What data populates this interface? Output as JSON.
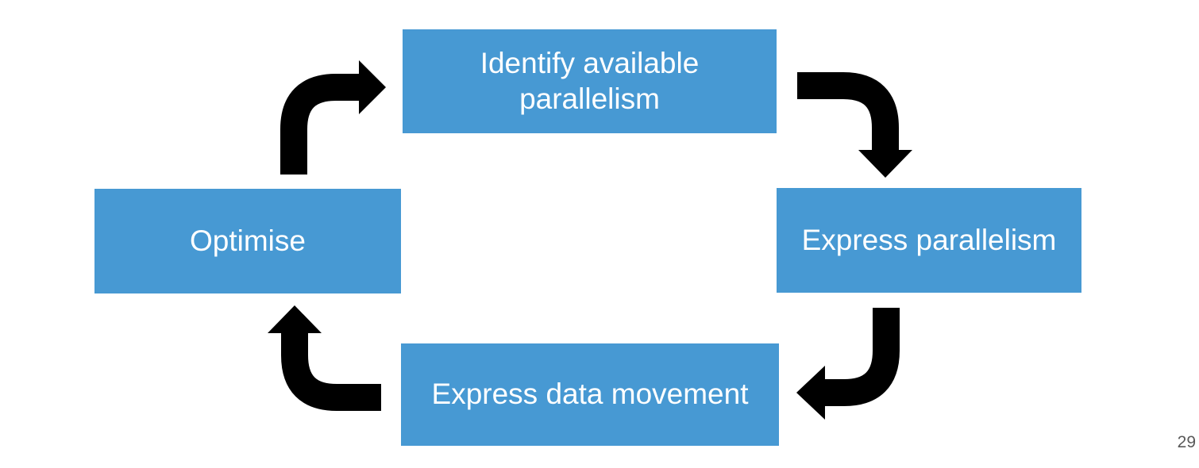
{
  "slide": {
    "page_number": "29",
    "colors": {
      "background": "#ffffff",
      "box_fill": "#4799D3",
      "box_text": "#ffffff",
      "arrow": "#000000",
      "page_number": "#595959"
    },
    "diagram": {
      "name": "parallel-programming-cycle",
      "boxes": [
        {
          "id": "identify-available-parallelism",
          "position": "top",
          "label": "Identify available\nparallelism"
        },
        {
          "id": "express-parallelism",
          "position": "right",
          "label": "Express parallelism"
        },
        {
          "id": "express-data-movement",
          "position": "bottom",
          "label": "Express data movement"
        },
        {
          "id": "optimise",
          "position": "left",
          "label": "Optimise"
        }
      ],
      "arrows": [
        {
          "id": "optimise-to-identify",
          "from": "Optimise",
          "to": "Identify available parallelism",
          "shape": "up-then-right"
        },
        {
          "id": "identify-to-express-parallelism",
          "from": "Identify available parallelism",
          "to": "Express parallelism",
          "shape": "right-then-down"
        },
        {
          "id": "express-parallelism-to-data-movement",
          "from": "Express parallelism",
          "to": "Express data movement",
          "shape": "down-then-left"
        },
        {
          "id": "data-movement-to-optimise",
          "from": "Express data movement",
          "to": "Optimise",
          "shape": "left-then-up"
        }
      ]
    }
  }
}
